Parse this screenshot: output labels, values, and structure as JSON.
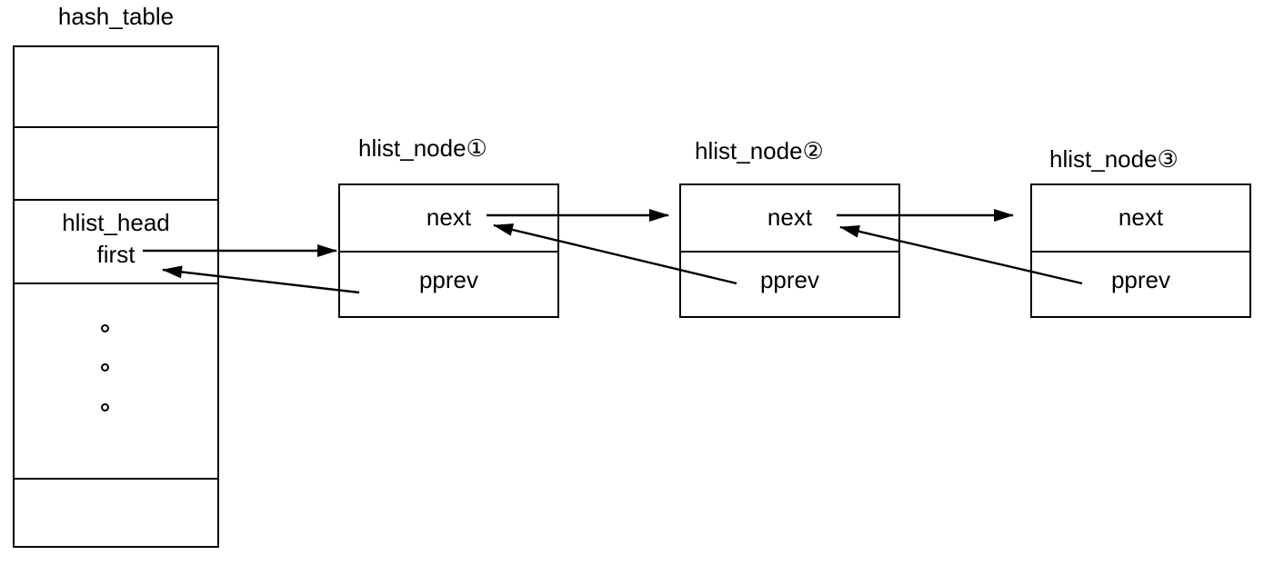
{
  "diagram": {
    "background_color": "#ffffff",
    "line_color": "#000000",
    "hash_table": {
      "title": "hash_table",
      "bucket_struct": "hlist_head",
      "bucket_field": "first"
    },
    "nodes": [
      {
        "title": "hlist_node①",
        "next": "next",
        "pprev": "pprev"
      },
      {
        "title": "hlist_node②",
        "next": "next",
        "pprev": "pprev"
      },
      {
        "title": "hlist_node③",
        "next": "next",
        "pprev": "pprev"
      }
    ]
  }
}
